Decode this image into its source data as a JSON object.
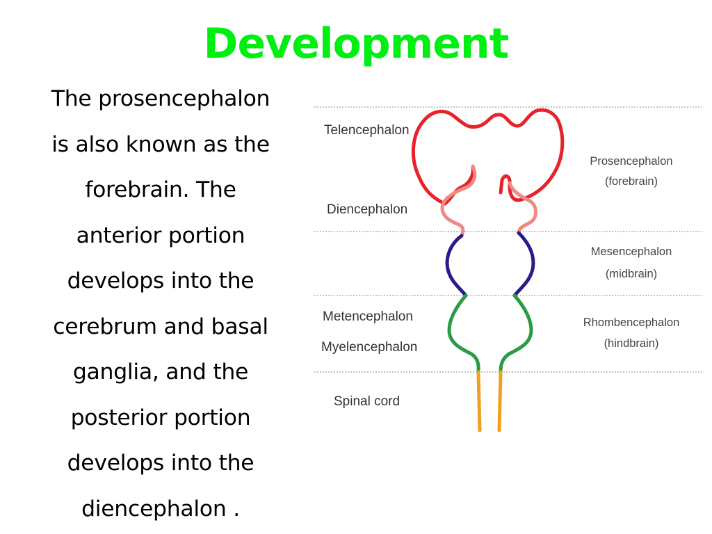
{
  "slide": {
    "title": "Development",
    "title_color": "#00ee11",
    "body_lines": [
      "The prosencephalon",
      "is also known as the",
      "forebrain.  The",
      "anterior portion",
      "develops into the",
      "cerebrum and basal",
      "ganglia, and the",
      "posterior portion",
      "develops into the",
      "diencephalon ."
    ]
  },
  "diagram": {
    "left_labels": {
      "telencephalon": "Telencephalon",
      "diencephalon": "Diencephalon",
      "metencephalon": "Metencephalon",
      "myelencephalon": "Myelencephalon",
      "spinal_cord": "Spinal cord"
    },
    "right_labels": {
      "prosencephalon_name": "Prosencephalon",
      "prosencephalon_common": "(forebrain)",
      "mesencephalon_name": "Mesencephalon",
      "mesencephalon_common": "(midbrain)",
      "rhombencephalon_name": "Rhombencephalon",
      "rhombencephalon_common": "(hindbrain)"
    },
    "colors": {
      "telencephalon": "#e8222a",
      "diencephalon": "#ee8a86",
      "mesencephalon": "#2a1a8a",
      "rhombencephalon": "#2a9a44",
      "spinal_cord": "#f0a020",
      "divider": "#888888"
    }
  }
}
